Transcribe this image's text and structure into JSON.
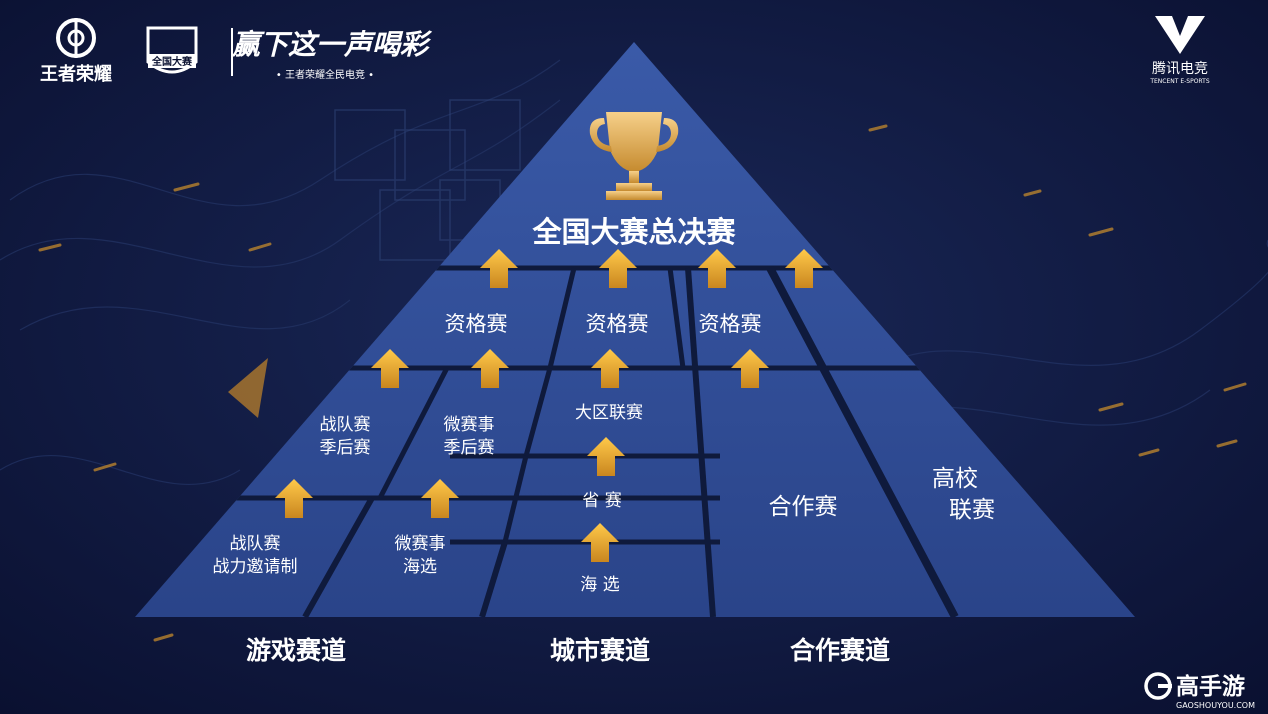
{
  "header": {
    "logo_game": "王者荣耀",
    "logo_tournament": "全国大赛",
    "slogan": "赢下这一声喝彩",
    "slogan_sub": "• 王者荣耀全民电竞 •",
    "brand": "腾讯电竞",
    "brand_sub": "TENCENT E-SPORTS"
  },
  "pyramid": {
    "final": "全国大赛总决赛",
    "qual_left": "资格赛",
    "qual_mid": "资格赛",
    "qual_right": "资格赛",
    "team_season": [
      "战队赛",
      "季后赛"
    ],
    "micro_season": [
      "微赛事",
      "季后赛"
    ],
    "region": "大区联赛",
    "province": "省 赛",
    "city_open": "海 选",
    "team_invite": [
      "战队赛",
      "战力邀请制"
    ],
    "micro_open": [
      "微赛事",
      "海选"
    ],
    "coop": "合作赛",
    "college": [
      "高校",
      "联赛"
    ]
  },
  "tracks": {
    "game": "游戏赛道",
    "city": "城市赛道",
    "coop": "合作赛道"
  },
  "watermark": {
    "name": "高手游",
    "url": "GAOSHOUYOU.COM"
  },
  "colors": {
    "background": "#0d1433",
    "pyramid_fill": "#2f4c96",
    "divider": "#0f1a3c",
    "arrow": "#f3b339",
    "text": "#ffffff"
  }
}
